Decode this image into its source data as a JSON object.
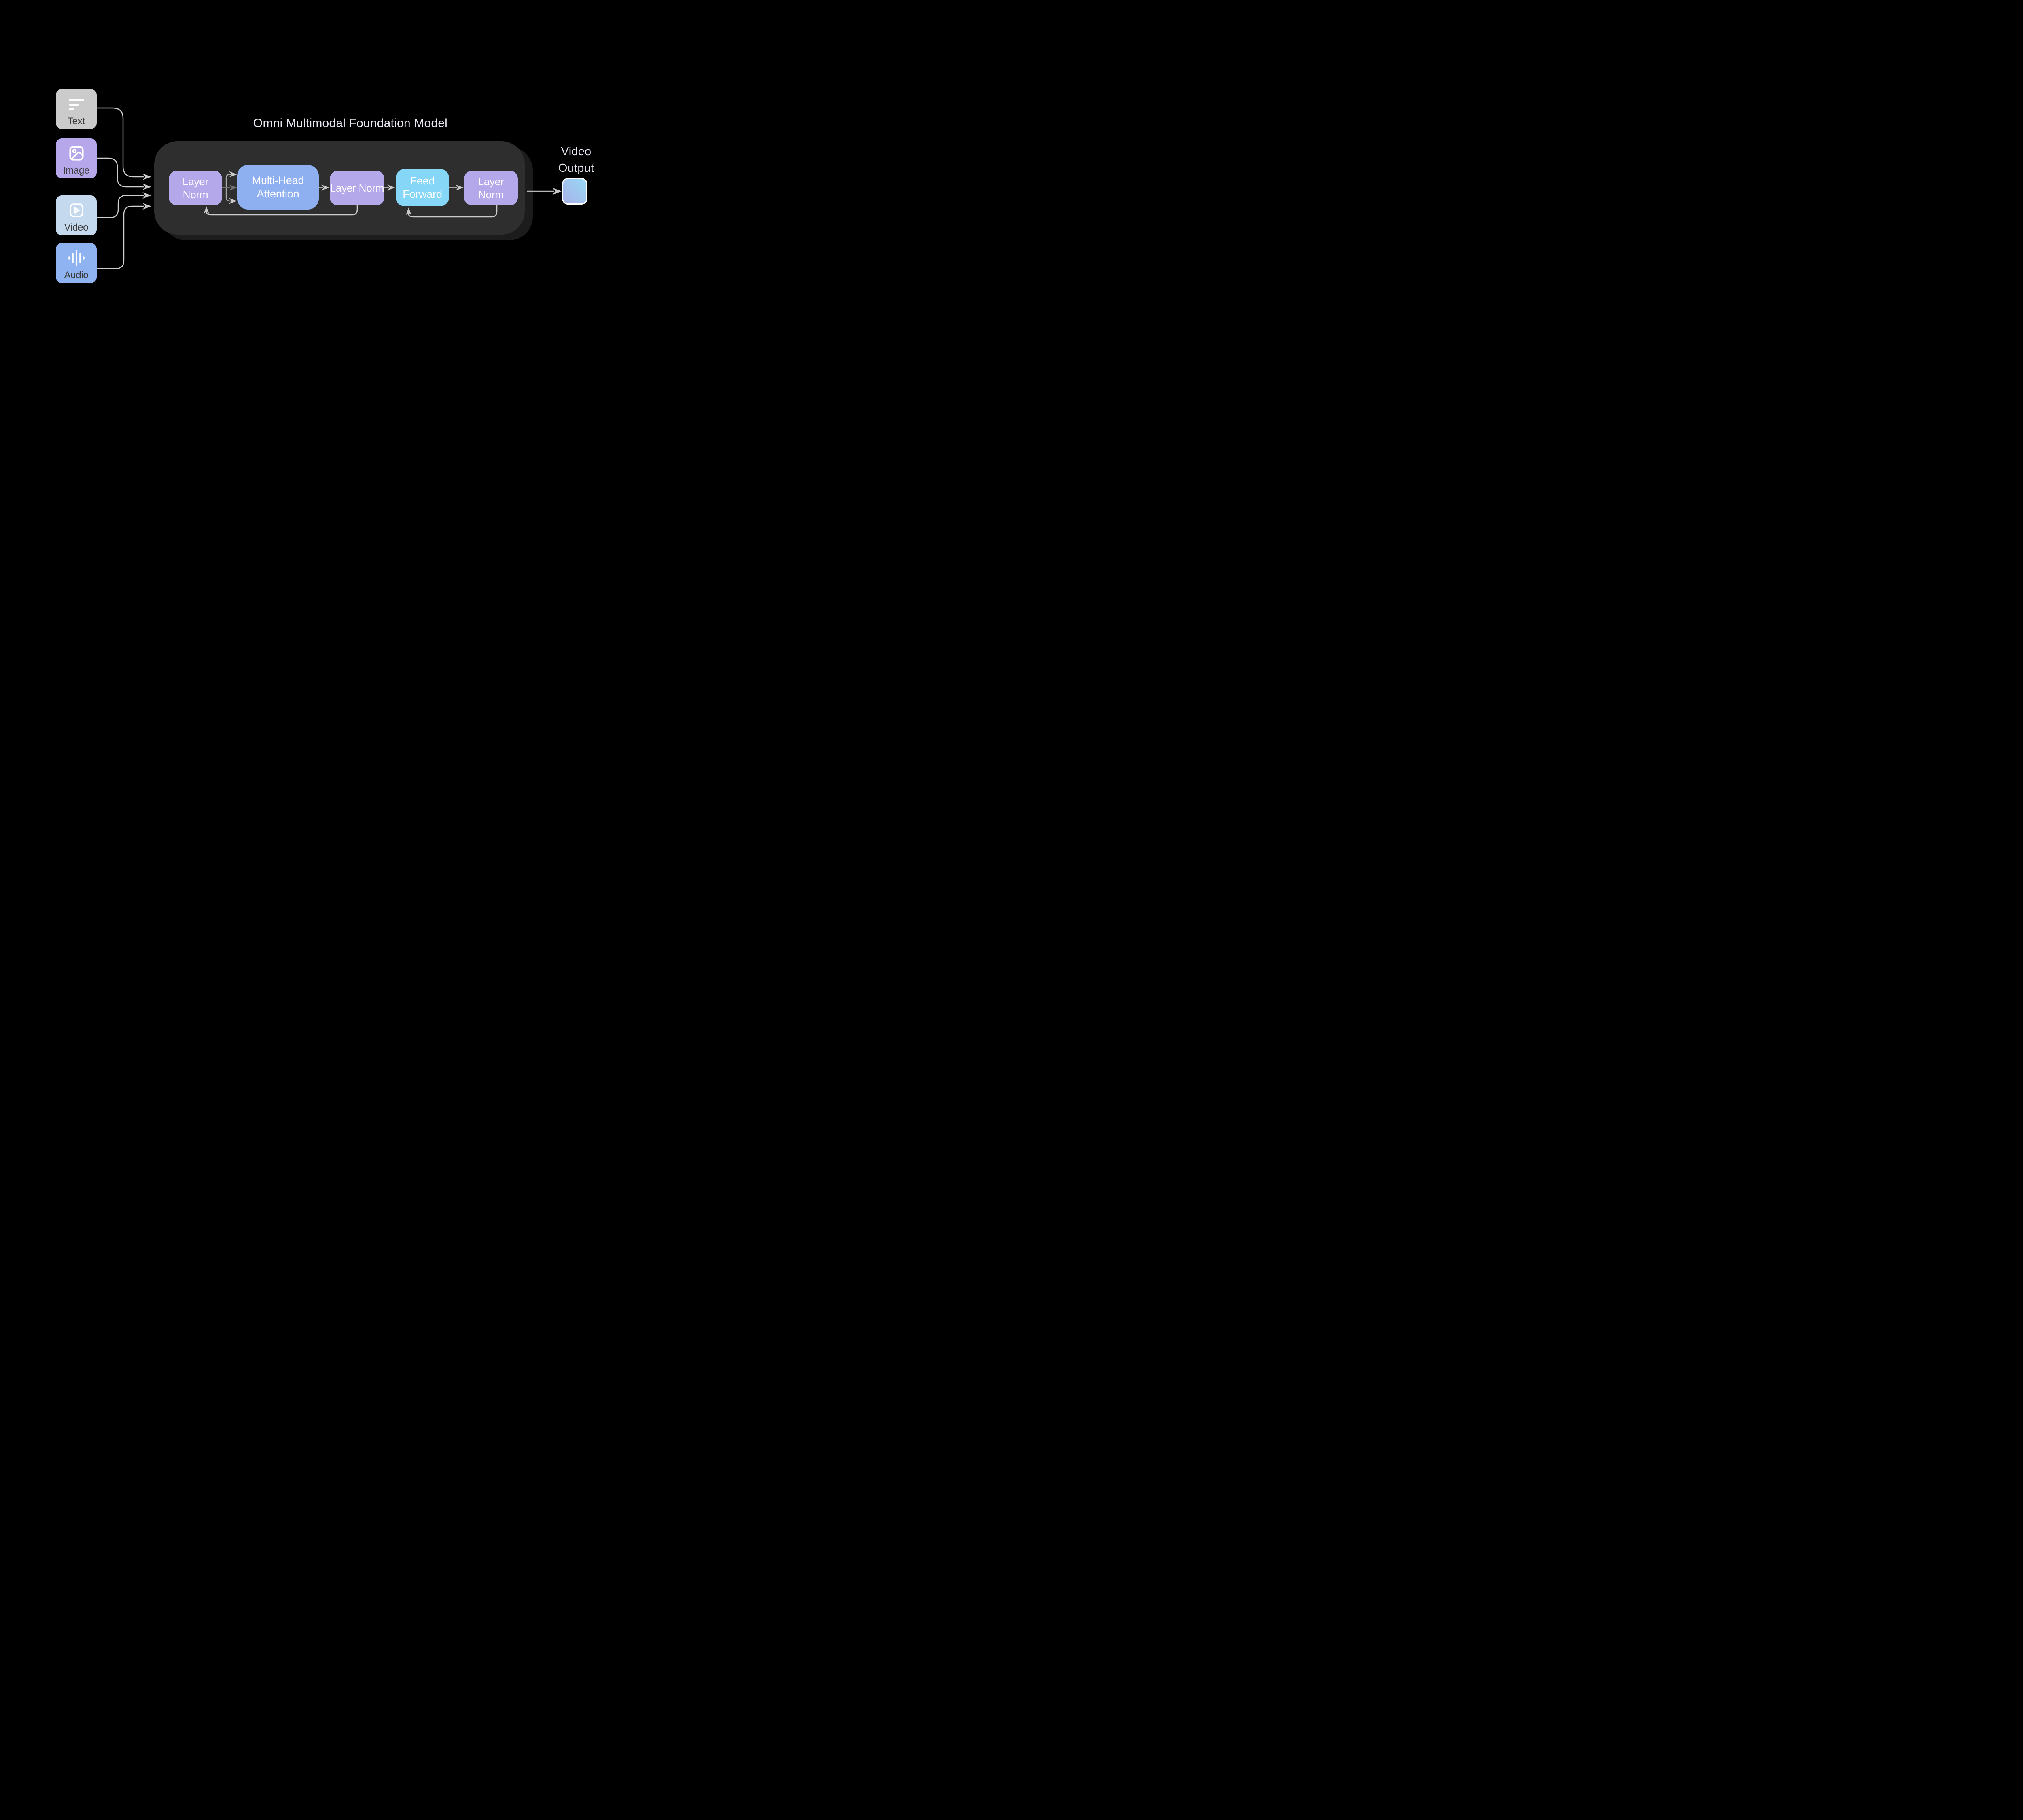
{
  "title": "Omni Multimodal Foundation Model",
  "inputs": [
    {
      "id": "text",
      "label": "Text",
      "icon": "text-lines-icon",
      "color": "#cbcbcb"
    },
    {
      "id": "image",
      "label": "Image",
      "icon": "image-icon",
      "color": "#b5a7ea"
    },
    {
      "id": "video",
      "label": "Video",
      "icon": "video-play-icon",
      "color": "#c5d9ee"
    },
    {
      "id": "audio",
      "label": "Audio",
      "icon": "audio-waveform-icon",
      "color": "#8fb2f0"
    }
  ],
  "model": {
    "blocks": [
      {
        "label": "Layer Norm",
        "color": "#b5a8ea"
      },
      {
        "label": "Multi-Head Attention",
        "color": "#8fb0f0"
      },
      {
        "label": "Layer Norm",
        "color": "#b5a8ea"
      },
      {
        "label": "Feed Forward",
        "color": "#85d6f7"
      },
      {
        "label": "Layer Norm",
        "color": "#b5a8ea"
      }
    ]
  },
  "output": {
    "label": "Video Output"
  },
  "colors": {
    "page_bg": "#000000",
    "container": "#2e2e2e",
    "container_shadow": "#1c1c1c",
    "title_text": "#e9e7f4",
    "block_text": "#ffffff",
    "input_label_text": "#3b3b3b",
    "line_light": "#cfcfcf",
    "line_mid": "#a9a9a9",
    "head_light": "#c9c9c9",
    "arrow_dark": "#747474",
    "residual_line": "#cbcbcb",
    "output_grad_start": "#a9b1e8",
    "output_grad_end": "#97d9f5"
  }
}
